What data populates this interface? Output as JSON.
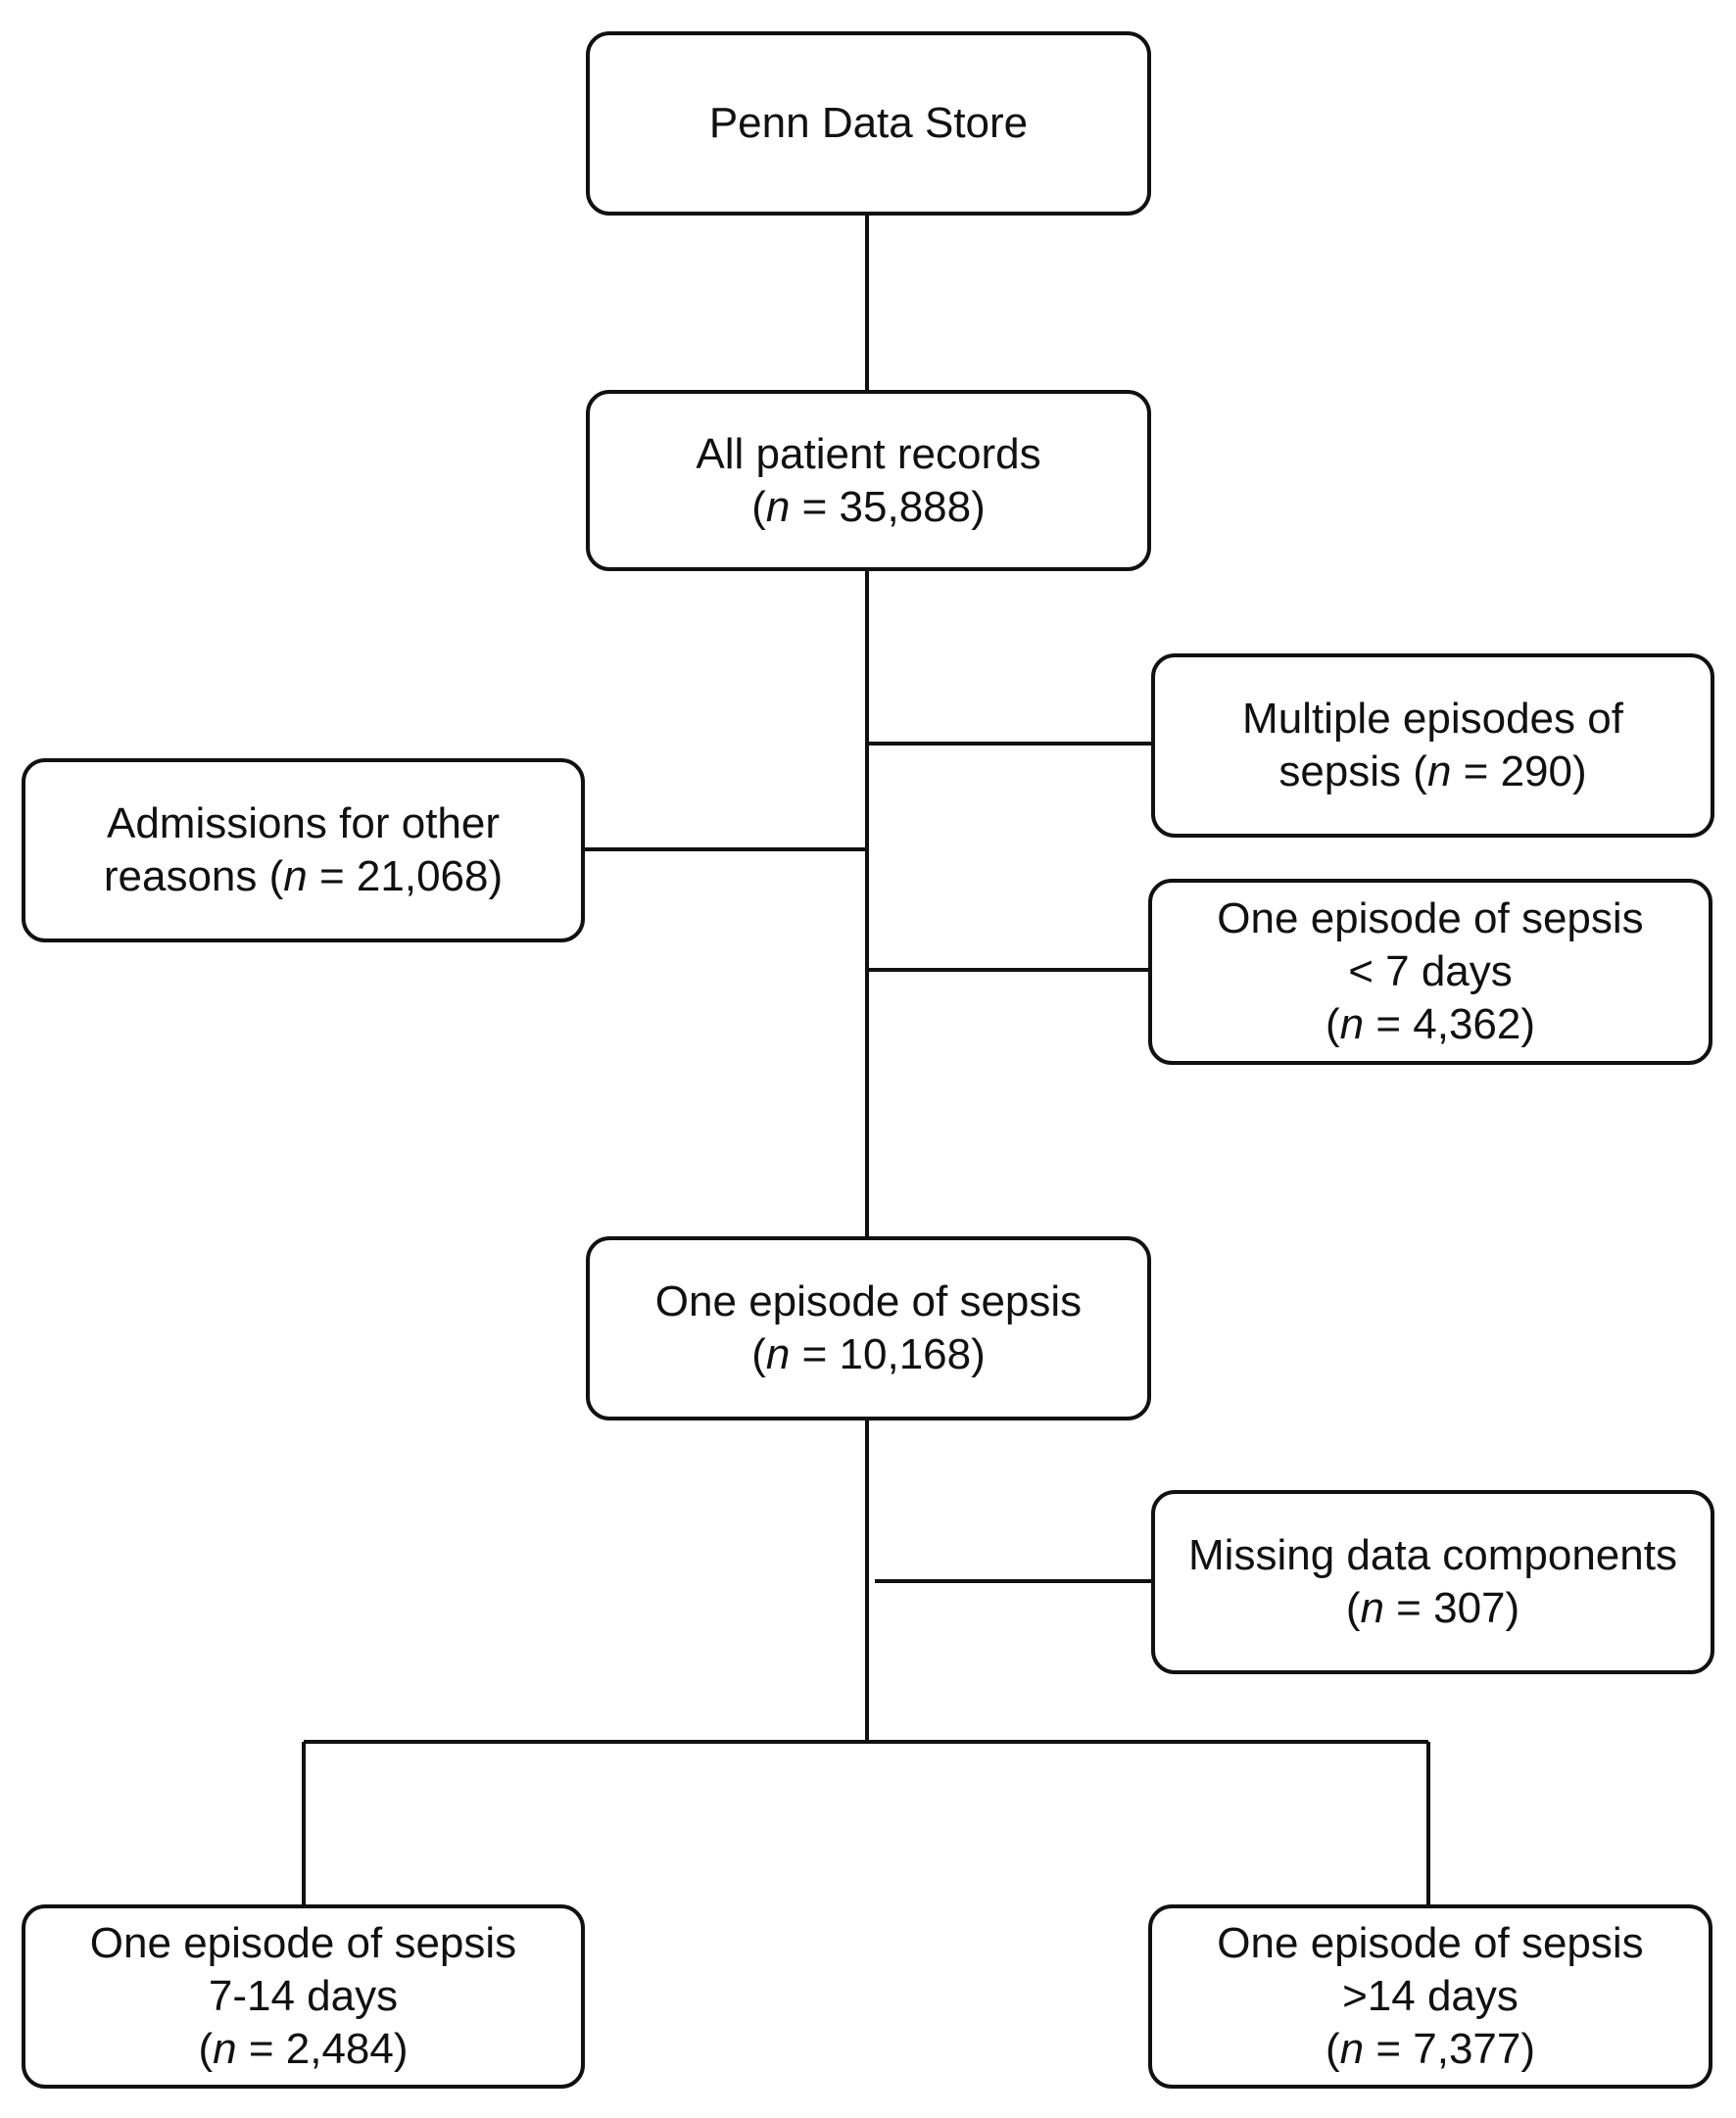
{
  "boxes": {
    "penn_data_store": {
      "lines": [
        "Penn Data Store"
      ]
    },
    "all_patient_records": {
      "lines": [
        "All patient records"
      ],
      "count": "35,888"
    },
    "multiple_episodes": {
      "lines": [
        "Multiple episodes of",
        "sepsis"
      ],
      "count": "290"
    },
    "admissions_other": {
      "lines": [
        "Admissions for other",
        "reasons"
      ],
      "count": "21,068"
    },
    "one_episode_lt7": {
      "lines": [
        "One episode of sepsis",
        "< 7 days"
      ],
      "count": "4,362"
    },
    "one_episode_total": {
      "lines": [
        "One episode of sepsis"
      ],
      "count": "10,168"
    },
    "missing_data": {
      "lines": [
        "Missing data components"
      ],
      "count": "307"
    },
    "one_episode_7_14": {
      "lines": [
        "One episode of sepsis",
        "7-14 days"
      ],
      "count": "2,484"
    },
    "one_episode_gt14": {
      "lines": [
        "One episode of sepsis",
        ">14 days"
      ],
      "count": "7,377"
    }
  },
  "count_prefix": "(",
  "count_var": "n",
  "count_eq": " = ",
  "count_suffix": ")"
}
